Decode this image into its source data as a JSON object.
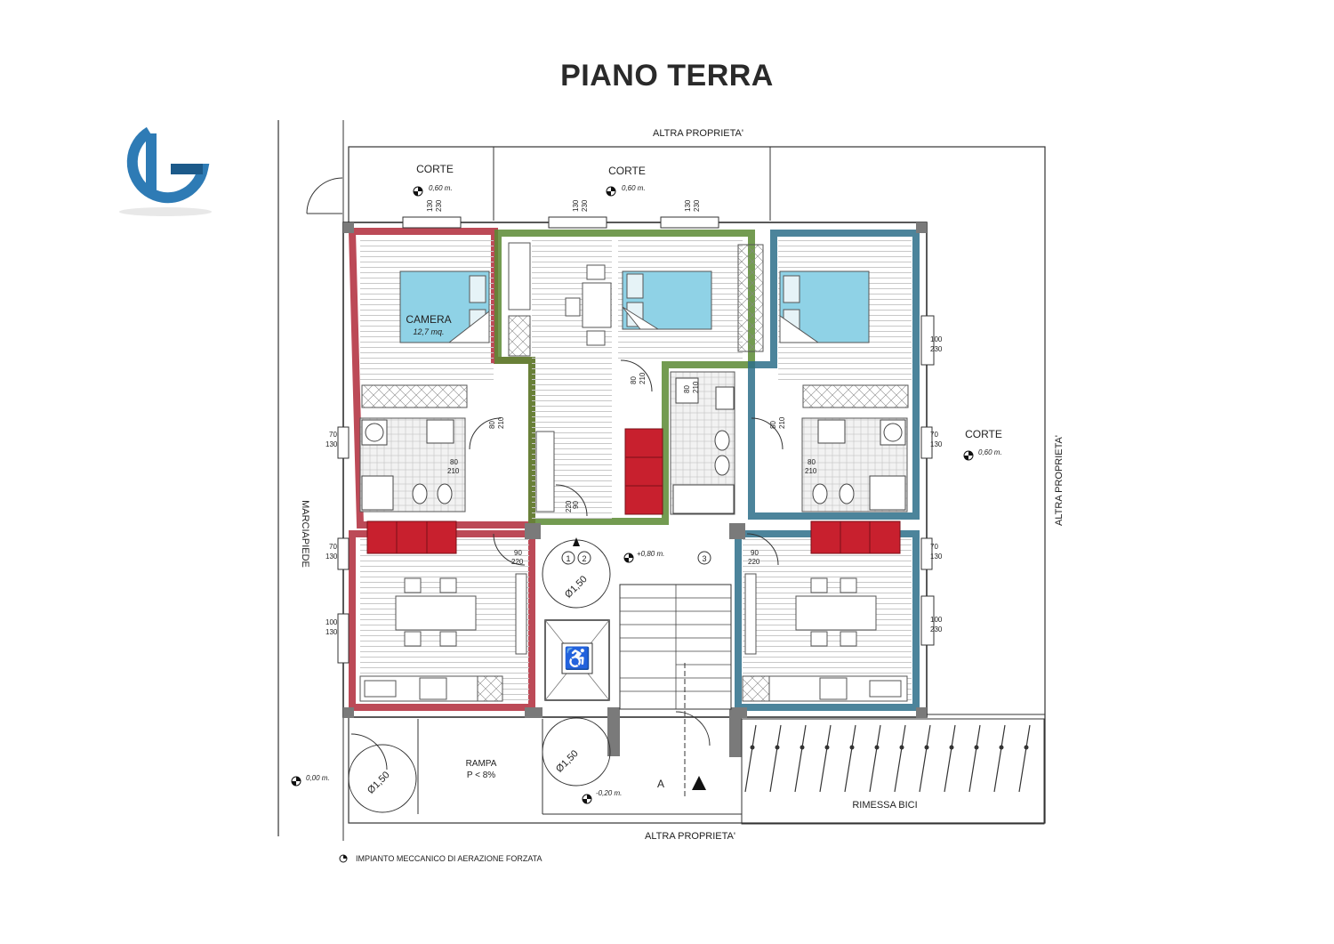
{
  "title": "PIANO TERRA",
  "logo": {
    "icon": "gb-monogram-logo"
  },
  "plan": {
    "labels": {
      "top_neighbor": "ALTRA PROPRIETA'",
      "bottom_neighbor": "ALTRA PROPRIETA'",
      "right_neighbor": "ALTRA PROPRIETA'",
      "left_street": "MARCIAPIEDE",
      "courtyard_left": "CORTE",
      "courtyard_center": "CORTE",
      "courtyard_right": "CORTE",
      "room_name": "CAMERA",
      "room_area": "12,7 mq.",
      "ramp": "RAMPA",
      "ramp_slope": "P < 8%",
      "bike_storage": "RIMESSA BICI",
      "section_marker": "A",
      "turning_circle": "Ø1,50",
      "stair_numbers": [
        "1",
        "2",
        "3"
      ]
    },
    "levels": {
      "courtyard_top_left": "0,60 m.",
      "courtyard_top_center": "0,60 m.",
      "courtyard_right": "0,60 m.",
      "entrance": "+0,80 m.",
      "street": "0,00 m.",
      "ramp_bottom": "-0,20 m."
    },
    "window_dims": {
      "w130_230": [
        "130",
        "230"
      ],
      "w100_230": [
        "100",
        "230"
      ],
      "w70_130": [
        "70",
        "130"
      ],
      "w100_130": [
        "100",
        "130"
      ]
    },
    "door_dims": {
      "d80_210": [
        "80",
        "210"
      ],
      "d90_220": [
        "90",
        "220"
      ]
    },
    "colors": {
      "unit_left": "#b02a3a",
      "unit_center": "#5a8a32",
      "unit_right": "#2d6e8a",
      "bed": "#8fd2e6",
      "sofa": "#c8202e",
      "wall": "#7a7a7a"
    }
  },
  "legend": {
    "text": "IMPIANTO MECCANICO DI AERAZIONE FORZATA",
    "icon": "ventilation-symbol-icon"
  }
}
